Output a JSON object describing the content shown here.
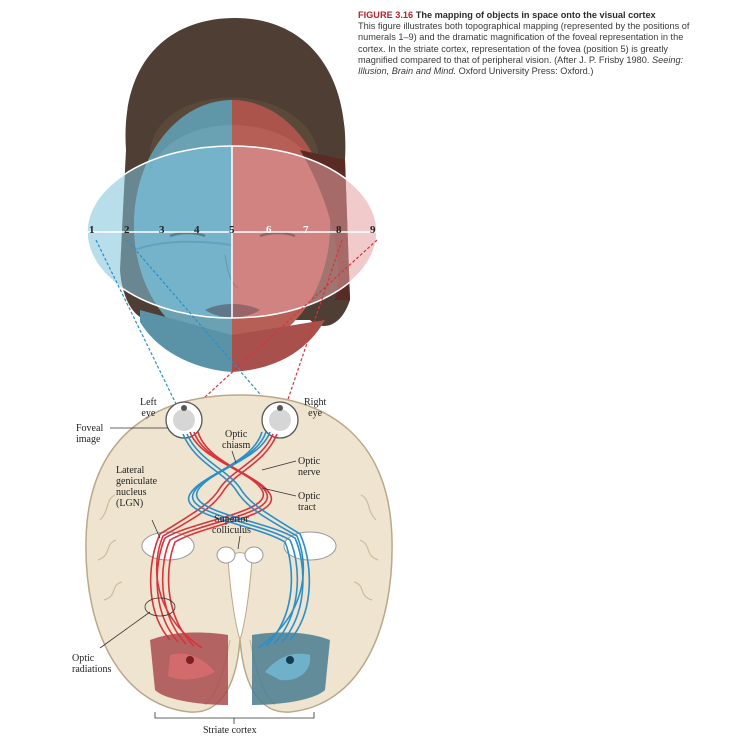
{
  "caption": {
    "figure_label": "FIGURE 3.16",
    "title": "The mapping of objects in space onto the visual cortex",
    "body": "This figure illustrates both topographical mapping (represented by the positions of numerals 1–9) and the dramatic magnification of the foveal representation in the cortex. In the striate cortex, representation of the fovea (position 5) is greatly magnified compared to that of peripheral vision. (After J. P. Frisby 1980.",
    "ref_title": "Seeing: Illusion, Brain and Mind.",
    "ref_rest": "Oxford University Press: Oxford.)"
  },
  "field_numbers": [
    "1",
    "2",
    "3",
    "4",
    "5",
    "6",
    "7",
    "8",
    "9"
  ],
  "labels": {
    "left_eye": "Left\neye",
    "right_eye": "Right\neye",
    "foveal_image": "Foveal\nimage",
    "optic_chiasm": "Optic\nchiasm",
    "optic_nerve": "Optic\nnerve",
    "optic_tract": "Optic\ntract",
    "lgn": "Lateral\ngeniculate\nnucleus\n(LGN)",
    "superior_colliculus": "Superior\ncolliculus",
    "optic_radiations": "Optic\nradiations",
    "striate_cortex": "Striate cortex"
  },
  "colors": {
    "left_field": "#7ec3dc",
    "right_field": "#e6a1a3",
    "blue_pathway": "#2a8fc8",
    "red_pathway": "#d8343c",
    "brain_tissue": "#efe4cf",
    "brain_outline": "#b9a889"
  },
  "icons": [
    "face-illustration",
    "eye-icon",
    "brain-cross-section"
  ]
}
